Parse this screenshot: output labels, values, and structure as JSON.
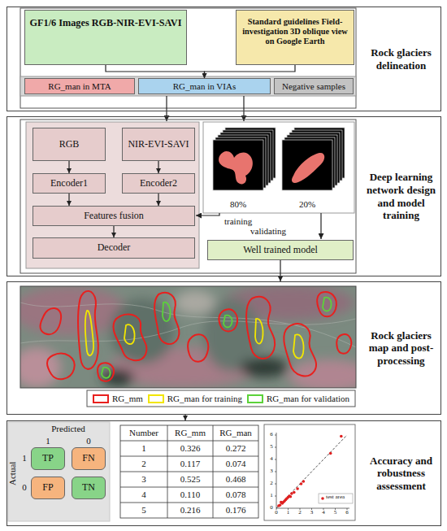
{
  "diagram": {
    "nodes": [
      {
        "text": [
          "Rock glaciers delineation"
        ]
      },
      {
        "text": [
          "GF1/6 Images RGB-NIR-EVI-SAVI"
        ],
        "in": 0
      },
      {
        "text": [
          "Standard guidelines Field-investigation 3D oblique view on Google Earth"
        ],
        "in": 0
      },
      {
        "text": [
          "RG_man in MTA"
        ],
        "in": 0
      },
      {
        "text": [
          "RG_man in VIAs"
        ],
        "in": 0
      },
      {
        "text": [
          "Negative samples"
        ],
        "in": 0
      },
      {
        "text": [
          "Deep learning network design and model training"
        ]
      },
      {
        "text": [
          "RGB"
        ],
        "in": 6
      },
      {
        "text": [
          "NIR-EVI-SAVI"
        ],
        "in": 6
      },
      {
        "text": [
          "Encoder1"
        ],
        "in": 6
      },
      {
        "text": [
          "Encoder2"
        ],
        "in": 6
      },
      {
        "text": [
          "Features fusion"
        ],
        "in": 6
      },
      {
        "text": [
          "Decoder"
        ],
        "in": 6
      },
      {
        "text": [
          "Well trained model"
        ],
        "in": 6
      },
      {
        "text": [
          "Rock glaciers map and post-processing"
        ]
      },
      {
        "text": [
          "Accuracy and robustness assessment"
        ]
      },
      {
        "text": [
          "TP"
        ],
        "in": 15
      },
      {
        "text": [
          "FN"
        ],
        "in": 15
      },
      {
        "text": [
          "FP"
        ],
        "in": 15
      },
      {
        "text": [
          "TN"
        ],
        "in": 15
      }
    ],
    "edges": [
      {
        "from": 1,
        "to": 4,
        "arrow": "to"
      },
      {
        "from": 2,
        "to": 4,
        "arrow": "to"
      },
      {
        "from": 7,
        "to": 9,
        "arrow": "to"
      },
      {
        "from": 8,
        "to": 10,
        "arrow": "to"
      },
      {
        "from": 9,
        "to": 11,
        "arrow": "to"
      },
      {
        "from": 10,
        "to": 11,
        "arrow": "to"
      },
      {
        "from": 11,
        "to": 12,
        "arrow": "to"
      },
      {
        "from": 13,
        "to": 14,
        "arrow": "to"
      },
      {
        "from": 14,
        "to": 15,
        "arrow": "to"
      }
    ],
    "labels": [
      "80%",
      "20%",
      "training",
      "validating",
      "Predicted",
      "1",
      "0",
      "Actual",
      "1",
      "0",
      "Number",
      "RG_mm",
      "RG_man",
      "1",
      "0.326",
      "0.272",
      "2",
      "0.117",
      "0.074",
      "3",
      "0.525",
      "0.468",
      "4",
      "0.110",
      "0.078",
      "5",
      "0.216",
      "0.176",
      "0",
      "1",
      "2",
      "3",
      "4",
      "5",
      "6",
      "0",
      "1",
      "2",
      "3",
      "4",
      "5",
      "6",
      "test area"
    ],
    "legend": [
      {
        "text": "RG_mm",
        "color": "#e8201e"
      },
      {
        "text": "RG_man for training",
        "color": "#f2e600"
      },
      {
        "text": "RG_man for validation",
        "color": "#5cd23a"
      }
    ]
  }
}
